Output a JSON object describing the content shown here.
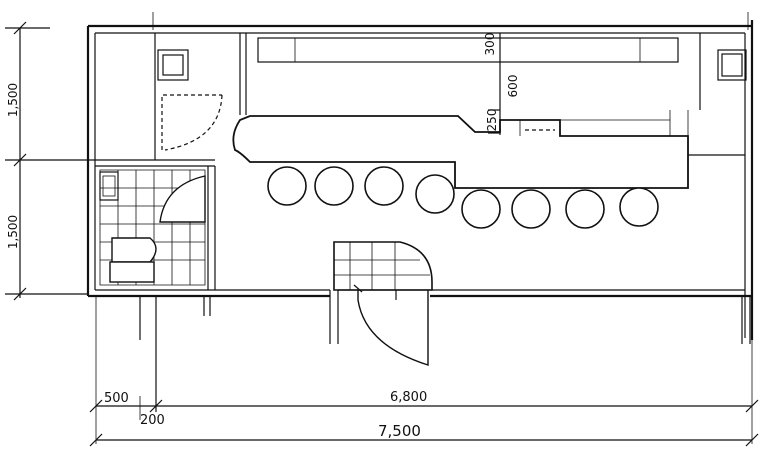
{
  "dimensions": {
    "left_upper": "1,500",
    "left_lower": "1,500",
    "bottom_500": "500",
    "bottom_200": "200",
    "bottom_6800": "6,800",
    "bottom_total": "7,500",
    "interior_300": "300",
    "interior_600": "600",
    "interior_250": "250"
  },
  "stools": {
    "upper_row_count": 4,
    "lower_row_count": 4
  }
}
